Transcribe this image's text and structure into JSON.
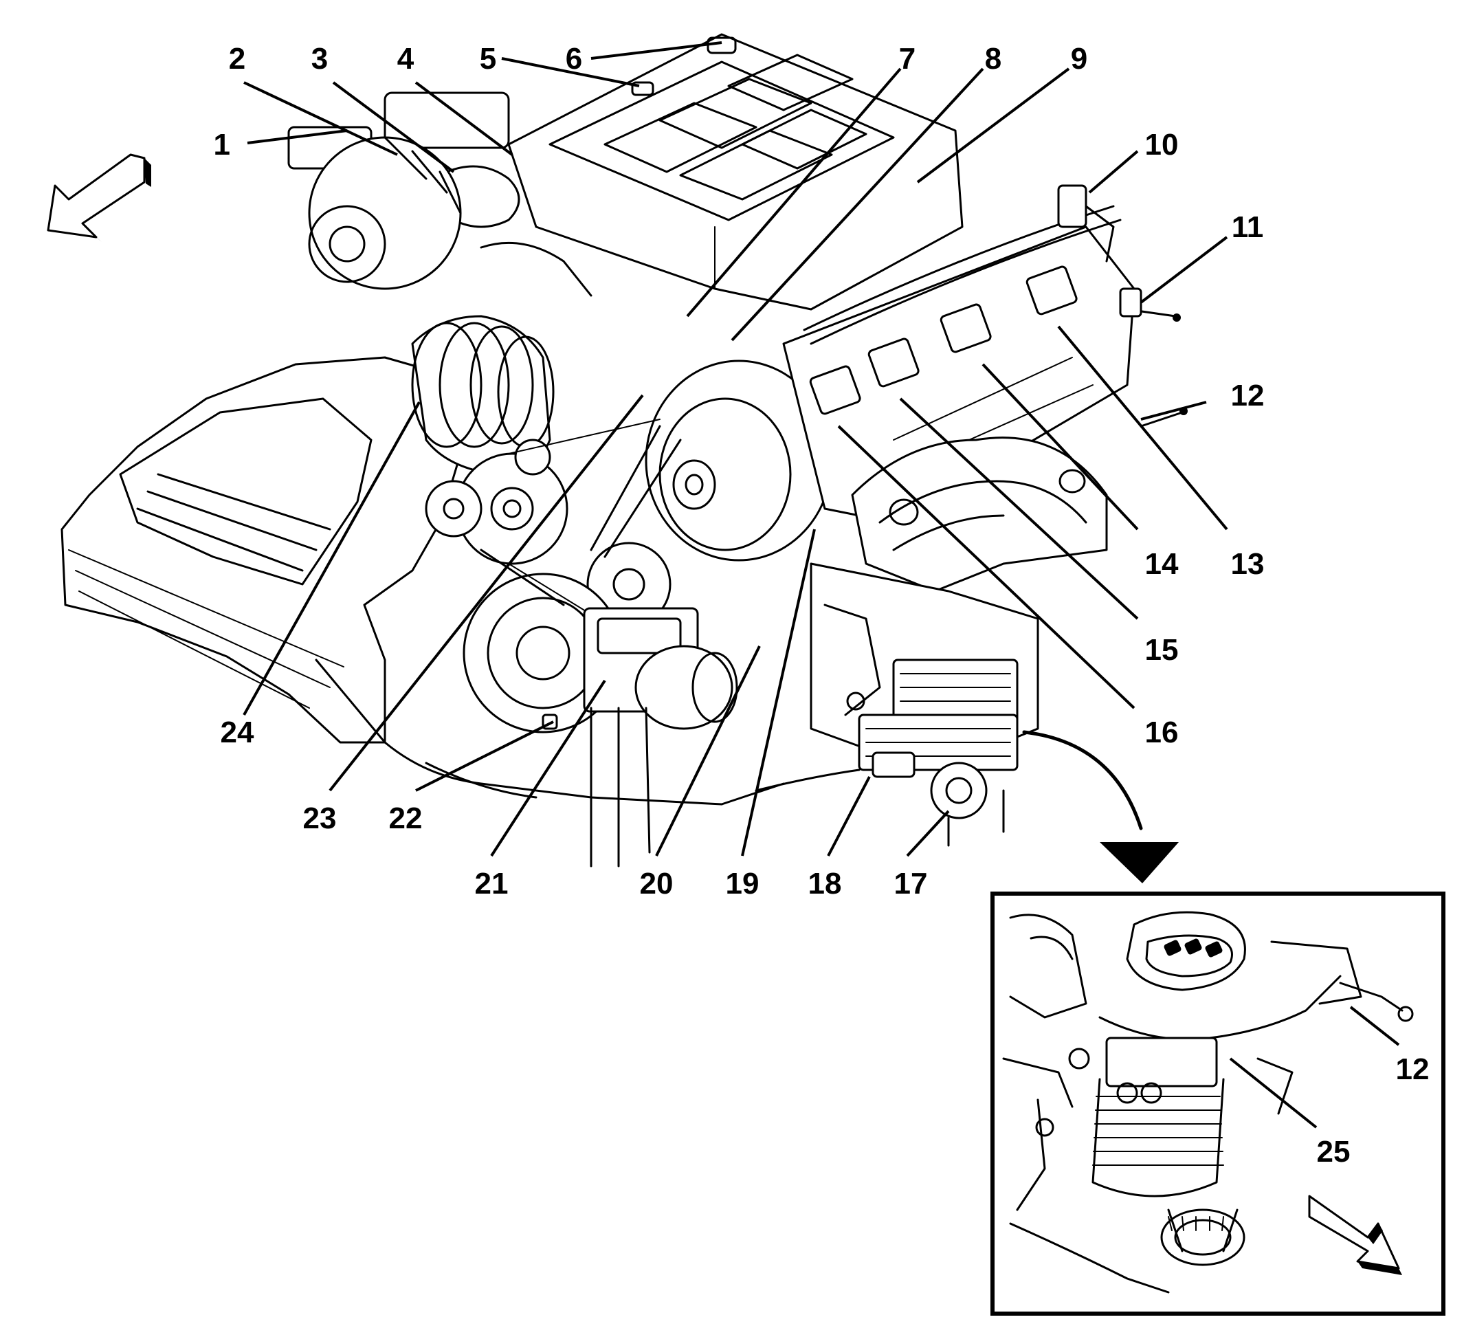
{
  "colors": {
    "ink": "#000000",
    "paper": "#ffffff"
  },
  "callouts": [
    {
      "id": "1",
      "label": "1"
    },
    {
      "id": "2",
      "label": "2"
    },
    {
      "id": "3",
      "label": "3"
    },
    {
      "id": "4",
      "label": "4"
    },
    {
      "id": "5",
      "label": "5"
    },
    {
      "id": "6",
      "label": "6"
    },
    {
      "id": "7",
      "label": "7"
    },
    {
      "id": "8",
      "label": "8"
    },
    {
      "id": "9",
      "label": "9"
    },
    {
      "id": "10",
      "label": "10"
    },
    {
      "id": "11",
      "label": "11"
    },
    {
      "id": "12",
      "label": "12"
    },
    {
      "id": "13",
      "label": "13"
    },
    {
      "id": "14",
      "label": "14"
    },
    {
      "id": "15",
      "label": "15"
    },
    {
      "id": "16",
      "label": "16"
    },
    {
      "id": "17",
      "label": "17"
    },
    {
      "id": "18",
      "label": "18"
    },
    {
      "id": "19",
      "label": "19"
    },
    {
      "id": "20",
      "label": "20"
    },
    {
      "id": "21",
      "label": "21"
    },
    {
      "id": "22",
      "label": "22"
    },
    {
      "id": "23",
      "label": "23"
    },
    {
      "id": "24",
      "label": "24"
    }
  ],
  "inset": {
    "callouts": [
      {
        "id": "12",
        "label": "12"
      },
      {
        "id": "25",
        "label": "25"
      }
    ]
  },
  "icons": {
    "view_arrow_main": "view-direction-arrow-icon",
    "view_arrow_inset": "view-direction-arrow-icon",
    "detail_arrow": "curved-arrow-icon"
  }
}
